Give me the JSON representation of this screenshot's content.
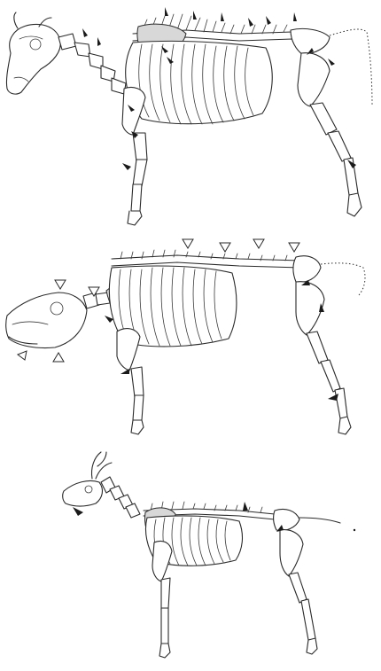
{
  "figure": {
    "panels": [
      {
        "animal": "cattle",
        "markers": {
          "style": "filled-arrow",
          "count": 16
        }
      },
      {
        "animal": "pig",
        "markers": {
          "style": "open-triangle-and-filled-arrow",
          "open_count": 8,
          "filled_count": 5
        }
      },
      {
        "animal": "deer",
        "markers": {
          "style": "filled-arrow",
          "count": 3
        }
      }
    ],
    "colors": {
      "ink": "#2a2a2a",
      "background": "#ffffff",
      "shading": "#d8d8d8"
    }
  }
}
